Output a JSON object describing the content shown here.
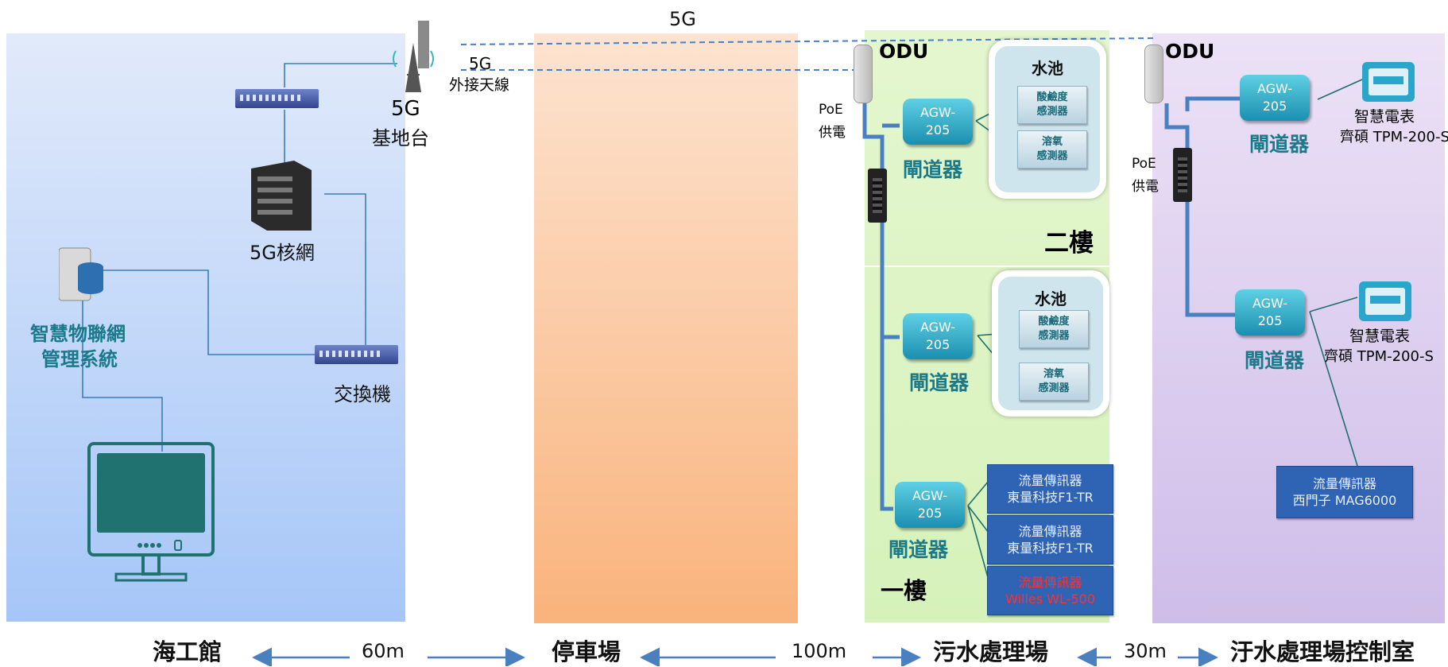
{
  "colors": {
    "zone_a": "#a6c6f8",
    "zone_b": "#f9b37c",
    "zone_c": "#d6f2ba",
    "zone_d": "#cfbde9",
    "gateway": "#1b8fb0",
    "flow": "#2f63b4",
    "line": "#4a7fc0"
  },
  "top": {
    "link_label": "5G",
    "antenna_label": "5G",
    "antenna_sublabel": "外接天線",
    "base_station_line1": "5G",
    "base_station_line2": "基地台"
  },
  "left": {
    "core_label": "5G核網",
    "iot_line1": "智慧物聯網",
    "iot_line2": "管理系統",
    "switch_label": "交換機"
  },
  "wwtp": {
    "odu": "ODU",
    "poe_line1": "PoE",
    "poe_line2": "供電",
    "floor2": "二樓",
    "floor1": "一樓",
    "pool_title": "水池",
    "sensor_ph": "酸鹼度\n感測器",
    "sensor_do": "溶氧\n感測器",
    "gw_text": "AGW-\n205",
    "gw_label": "閘道器",
    "flow1": "流量傳訊器\n東量科技F1-TR",
    "flow2": "流量傳訊器\n東量科技F1-TR",
    "flow3": "流量傳訊器\nWilles WL-500"
  },
  "control": {
    "odu": "ODU",
    "poe_line1": "PoE",
    "poe_line2": "供電",
    "gw_text": "AGW-\n205",
    "gw_label": "閘道器",
    "meter_line1": "智慧電表",
    "meter_line2": "齊碩  TPM-200-S",
    "flow": "流量傳訊器\n西門子 MAG6000"
  },
  "bottom": {
    "site1": "海工館",
    "dist1": "60m",
    "site2": "停車場",
    "dist2": "100m",
    "site3": "污水處理場",
    "dist3": "30m",
    "site4": "汙水處理場控制室"
  }
}
